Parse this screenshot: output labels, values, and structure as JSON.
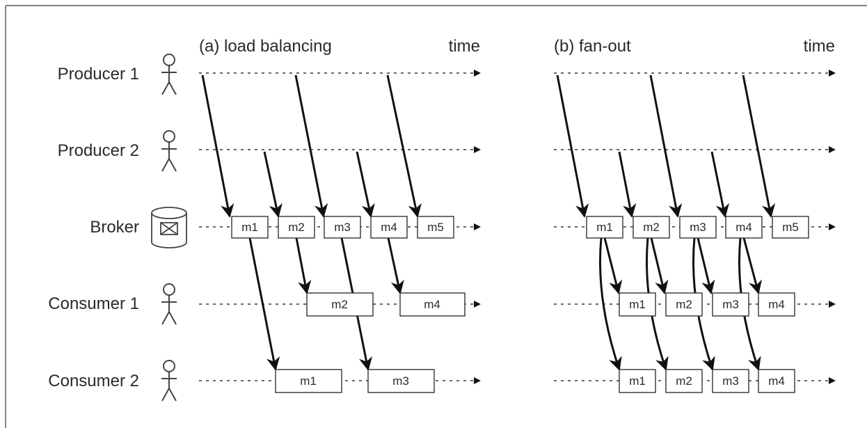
{
  "roles": [
    {
      "id": "producer1",
      "label": "Producer 1",
      "icon": "person-icon"
    },
    {
      "id": "producer2",
      "label": "Producer 2",
      "icon": "person-icon"
    },
    {
      "id": "broker",
      "label": "Broker",
      "icon": "broker-mailbox-icon"
    },
    {
      "id": "consumer1",
      "label": "Consumer 1",
      "icon": "person-icon"
    },
    {
      "id": "consumer2",
      "label": "Consumer 2",
      "icon": "person-icon"
    }
  ],
  "panels": [
    {
      "id": "load-balancing",
      "title": "(a) load balancing",
      "time_label": "time",
      "broker_messages": [
        "m1",
        "m2",
        "m3",
        "m4",
        "m5"
      ],
      "consumer1_messages": [
        "m2",
        "m4"
      ],
      "consumer2_messages": [
        "m1",
        "m3"
      ]
    },
    {
      "id": "fan-out",
      "title": "(b) fan-out",
      "time_label": "time",
      "broker_messages": [
        "m1",
        "m2",
        "m3",
        "m4",
        "m5"
      ],
      "consumer1_messages": [
        "m1",
        "m2",
        "m3",
        "m4"
      ],
      "consumer2_messages": [
        "m1",
        "m2",
        "m3",
        "m4"
      ]
    }
  ]
}
